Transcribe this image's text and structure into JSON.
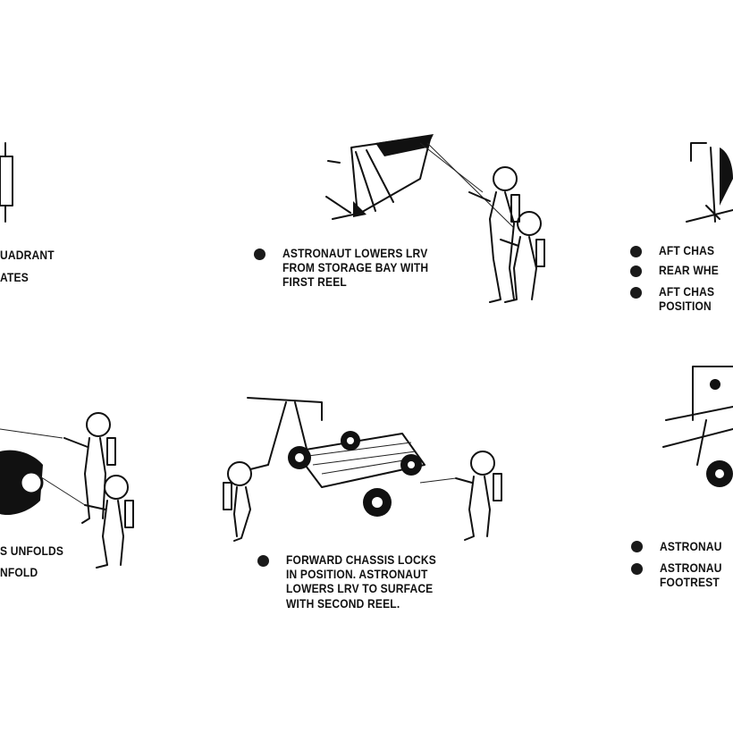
{
  "steps": {
    "top_left": {
      "lines": [
        "UADRANT",
        "ATES"
      ]
    },
    "top_middle": {
      "lines": [
        "ASTRONAUT LOWERS LRV",
        "FROM STORAGE BAY WITH",
        "FIRST REEL"
      ]
    },
    "top_right": {
      "items": [
        "AFT CHAS",
        "REAR WHE",
        "AFT CHAS",
        "POSITION"
      ]
    },
    "bottom_left": {
      "lines": [
        "S UNFOLDS",
        "NFOLD"
      ]
    },
    "bottom_middle": {
      "lines": [
        "FORWARD CHASSIS LOCKS",
        "IN POSITION. ASTRONAUT",
        "LOWERS LRV TO SURFACE",
        "WITH SECOND REEL."
      ]
    },
    "bottom_right": {
      "items": [
        "ASTRONAU",
        "ASTRONAU",
        "FOOTREST"
      ]
    }
  }
}
